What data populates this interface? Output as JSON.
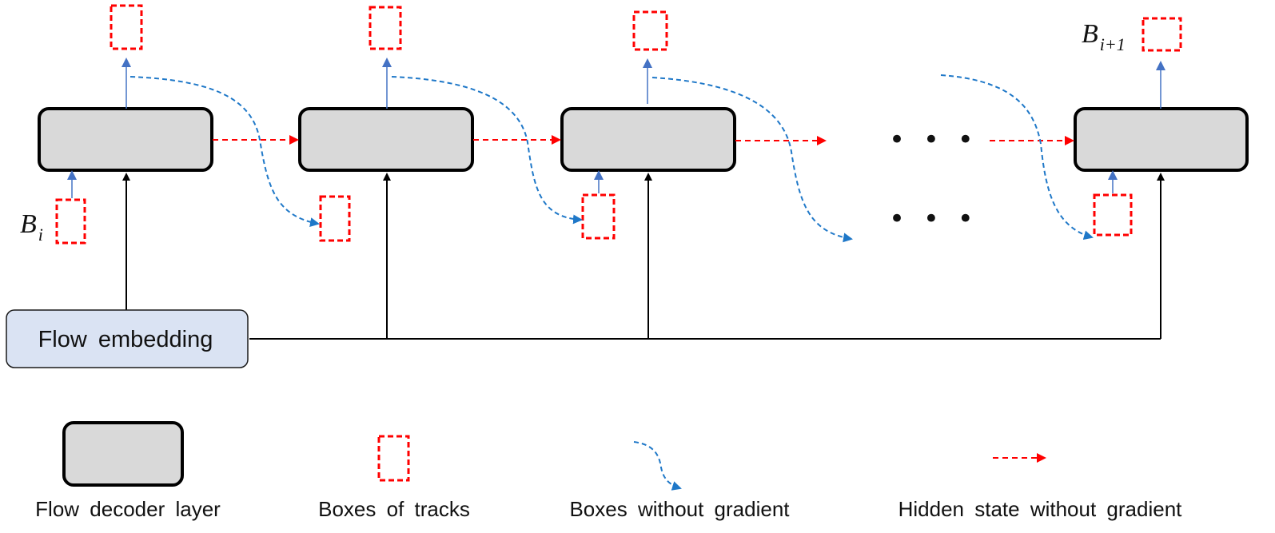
{
  "embedding": {
    "label": "Flow embedding"
  },
  "box_labels": {
    "input": {
      "base": "B",
      "sub": "i"
    },
    "output": {
      "base": "B",
      "sub": "i+1"
    }
  },
  "ellipsis": "• • •",
  "legend": {
    "decoder_layer": "Flow decoder layer",
    "boxes_of_tracks": "Boxes of tracks",
    "boxes_without_gradient": "Boxes without gradient",
    "hidden_state_without_gradient": "Hidden state without gradient"
  },
  "colors": {
    "layer_fill": "#d9d9d9",
    "embedding_fill": "#dae3f3",
    "box_red": "#ff0000",
    "blue_arrow": "#4472c4",
    "dashed_blue": "#1f78c8",
    "black": "#000000"
  }
}
